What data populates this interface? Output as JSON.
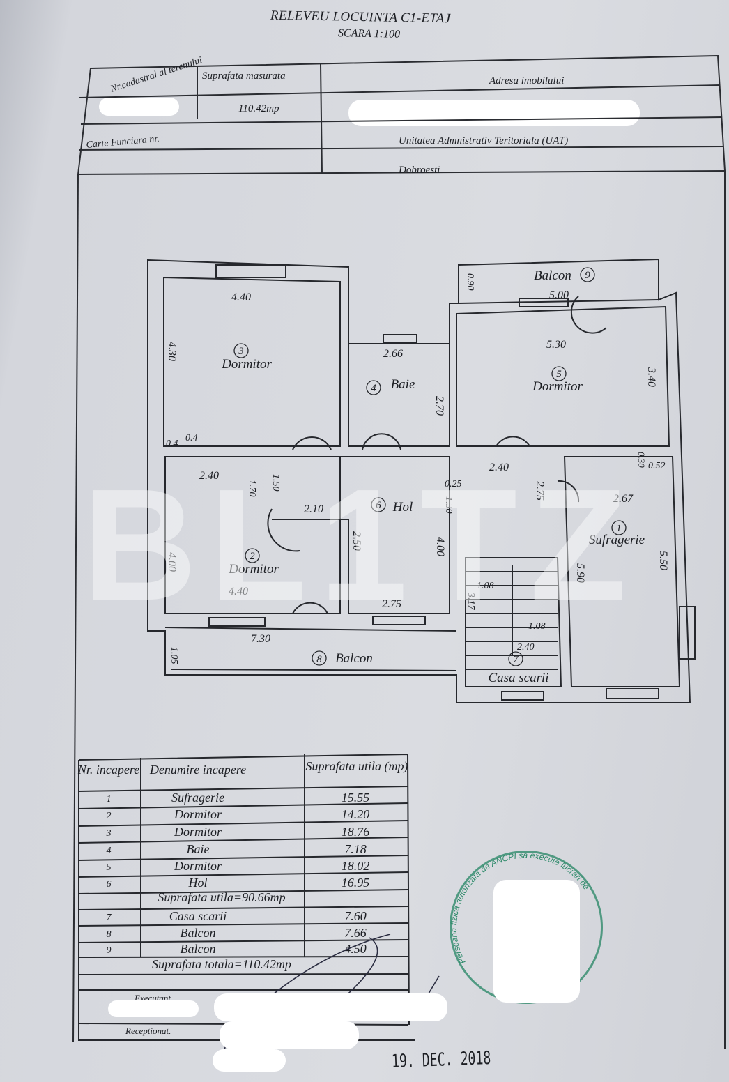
{
  "document": {
    "title": "RELEVEU LOCUINTA  C1-ETAJ",
    "scale": "SCARA 1:100",
    "date_stamp": "19. DEC. 2018"
  },
  "header_table": {
    "cadastral_label": "Nr.cadastral al terenului",
    "surface_label": "Suprafata masurata",
    "surface_value": "110.42mp",
    "address_label": "Adresa imobilului",
    "land_book_label": "Carte Funciara nr.",
    "uat_label": "Unitatea Admnistrativ Teritoriala (UAT)",
    "uat_value": "Dobroesti"
  },
  "floor_plan": {
    "rooms": [
      {
        "nr": "1",
        "name": "Sufragerie"
      },
      {
        "nr": "2",
        "name": "Dormitor"
      },
      {
        "nr": "3",
        "name": "Dormitor"
      },
      {
        "nr": "4",
        "name": "Baie"
      },
      {
        "nr": "5",
        "name": "Dormitor"
      },
      {
        "nr": "6",
        "name": "Hol"
      },
      {
        "nr": "7",
        "name": "Casa scarii"
      },
      {
        "nr": "8",
        "name": "Balcon"
      },
      {
        "nr": "9",
        "name": "Balcon"
      }
    ],
    "dimensions": [
      "4.40",
      "4.30",
      "0.4",
      "0.4",
      "2.66",
      "2.70",
      "5.00",
      "0.90",
      "5.30",
      "3.40",
      "2.40",
      "1.70",
      "1.50",
      "2.10",
      "4.00",
      "4.40",
      "2.50",
      "2.75",
      "0.25",
      "1.30",
      "4.00",
      "2.40",
      "2.75",
      "0.30",
      "0.52",
      "2.67",
      "5.50",
      "5.90",
      "1.08",
      "3.17",
      "1.08",
      "2.40",
      "7.30",
      "1.05"
    ]
  },
  "rooms_table": {
    "headers": [
      "Nr. incapere",
      "Denumire incapere",
      "Suprafata utila (mp)"
    ],
    "rows": [
      [
        "1",
        "Sufragerie",
        "15.55"
      ],
      [
        "2",
        "Dormitor",
        "14.20"
      ],
      [
        "3",
        "Dormitor",
        "18.76"
      ],
      [
        "4",
        "Baie",
        "7.18"
      ],
      [
        "5",
        "Dormitor",
        "18.02"
      ],
      [
        "6",
        "Hol",
        "16.95"
      ]
    ],
    "subtotal": "Suprafata utila=90.66mp",
    "rows2": [
      [
        "7",
        "Casa scarii",
        "7.60"
      ],
      [
        "8",
        "Balcon",
        "7.66"
      ],
      [
        "9",
        "Balcon",
        "4.50"
      ]
    ],
    "total": "Suprafata totala=110.42mp",
    "executant_label": "Executant",
    "receptionat_label": "Receptionat."
  },
  "stamp": {
    "text": "Persoana fizica autorizata de ANCPI sa execute lucrari de"
  },
  "watermark": "BL1TZ"
}
